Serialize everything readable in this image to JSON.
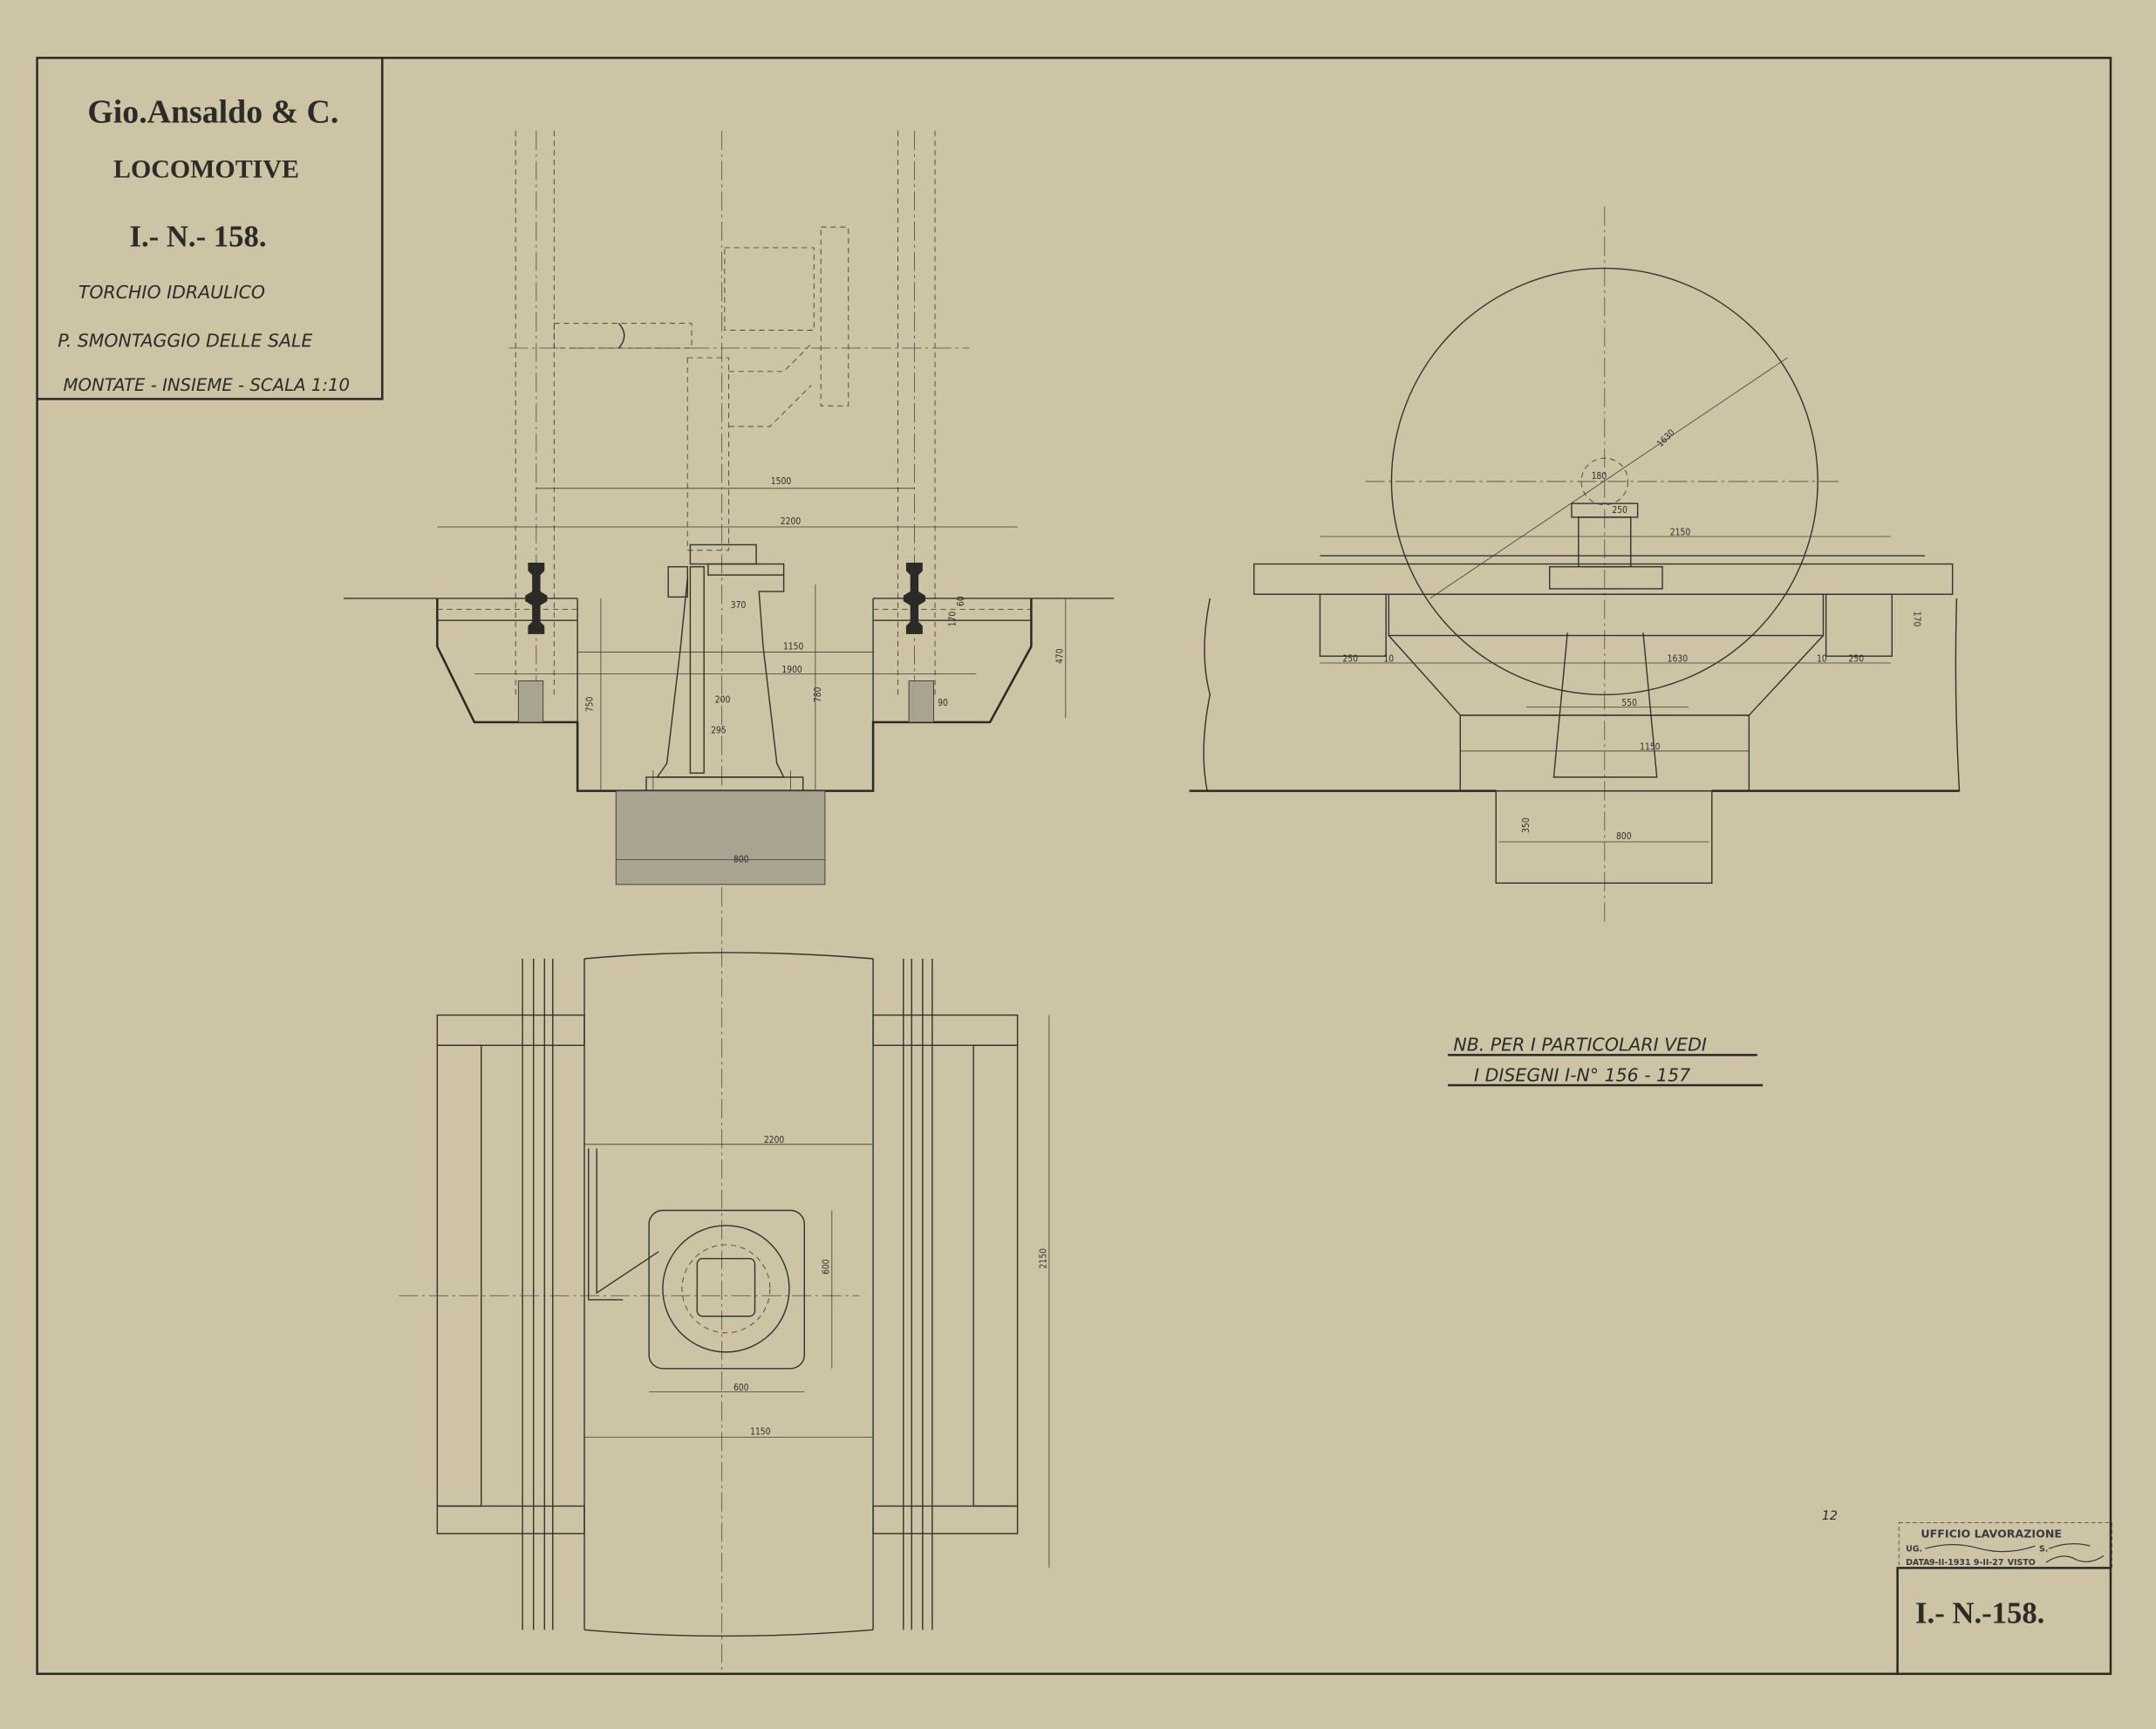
{
  "title_block": {
    "company": "Gio.Ansaldo & C.",
    "division": "LOCOMOTIVE",
    "drawing_number": "I.- N.- 158.",
    "line1": "TORCHIO  IDRAULICO",
    "line2": "P. SMONTAGGIO  DELLE  SALE",
    "line3": "MONTATE - INSIEME - SCALA 1:10"
  },
  "note": {
    "line1": "NB. PER  I PARTICOLARI  VEDI",
    "line2": "I DISEGNI  I-N° 156 - 157"
  },
  "stamp": {
    "page_mark": "12",
    "office": "UFFICIO  LAVORAZIONE",
    "row1_label": "UG.",
    "row1_suffix": "S.",
    "date_label": "DATA",
    "date_value": "9-II-1931 9-II-27",
    "visto_label": "VISTO"
  },
  "drawing_number_box": "I.- N.-158.",
  "dimensions": {
    "front": {
      "d1500": "1500",
      "d2200": "2200",
      "d370": "370",
      "d1150": "1150",
      "d1900": "1900",
      "d750": "750",
      "d780": "780",
      "d470": "470",
      "d60": "60",
      "d170": "170",
      "d200": "200",
      "d295": "295",
      "d90": "90",
      "d800": "800"
    },
    "side": {
      "r1630": "1630",
      "d180": "180",
      "d250top": "250",
      "d2150": "2150",
      "d250l": "250",
      "d10l": "10",
      "d1630": "1630",
      "d10r": "10",
      "d250r": "250",
      "d170": "170",
      "d550": "550",
      "d1150": "1150",
      "d800": "800",
      "d350": "350"
    },
    "plan": {
      "d2200": "2200",
      "d600h": "600",
      "d1150": "1150",
      "d600v": "600",
      "d2150": "2150"
    }
  },
  "colors": {
    "paper": "#cdc4a6",
    "ink": "#2c2b27"
  }
}
